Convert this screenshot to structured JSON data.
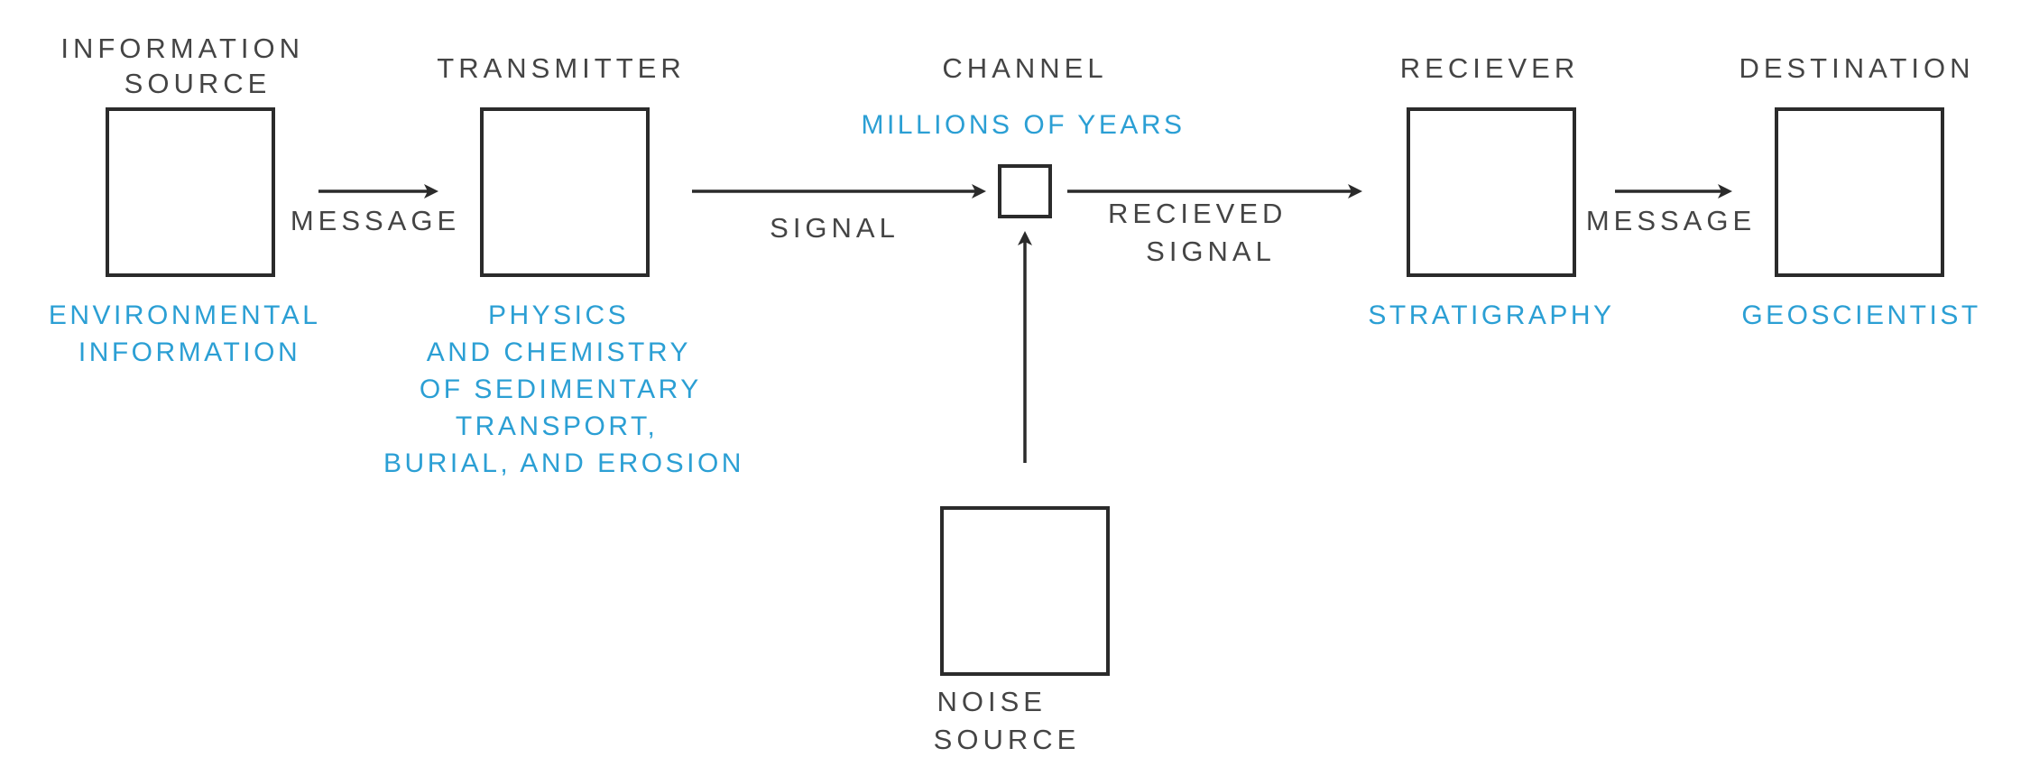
{
  "nodes": {
    "information_source": {
      "title": [
        "INFORMATION",
        "SOURCE"
      ],
      "note": [
        "ENVIRONMENTAL",
        "INFORMATION"
      ]
    },
    "transmitter": {
      "title": [
        "TRANSMITTER"
      ],
      "note": [
        "PHYSICS",
        "AND CHEMISTRY",
        "OF SEDIMENTARY",
        "TRANSPORT,",
        "BURIAL, AND EROSION"
      ]
    },
    "channel": {
      "title": [
        "CHANNEL"
      ],
      "note": [
        "MILLIONS OF YEARS"
      ]
    },
    "receiver": {
      "title": [
        "RECIEVER"
      ],
      "note": [
        "STRATIGRAPHY"
      ]
    },
    "destination": {
      "title": [
        "DESTINATION"
      ],
      "note": [
        "GEOSCIENTIST"
      ]
    },
    "noise_source": {
      "title": [
        "NOISE",
        "SOURCE"
      ]
    }
  },
  "edges": {
    "source_to_transmitter": [
      "MESSAGE"
    ],
    "transmitter_to_channel": [
      "SIGNAL"
    ],
    "channel_to_receiver": [
      "RECIEVED",
      "SIGNAL"
    ],
    "receiver_to_destination": [
      "MESSAGE"
    ],
    "noise_to_channel": []
  },
  "colors": {
    "stroke": "#2b2b2b",
    "label_text": "#444444",
    "annotation_text": "#2b9fd4"
  }
}
